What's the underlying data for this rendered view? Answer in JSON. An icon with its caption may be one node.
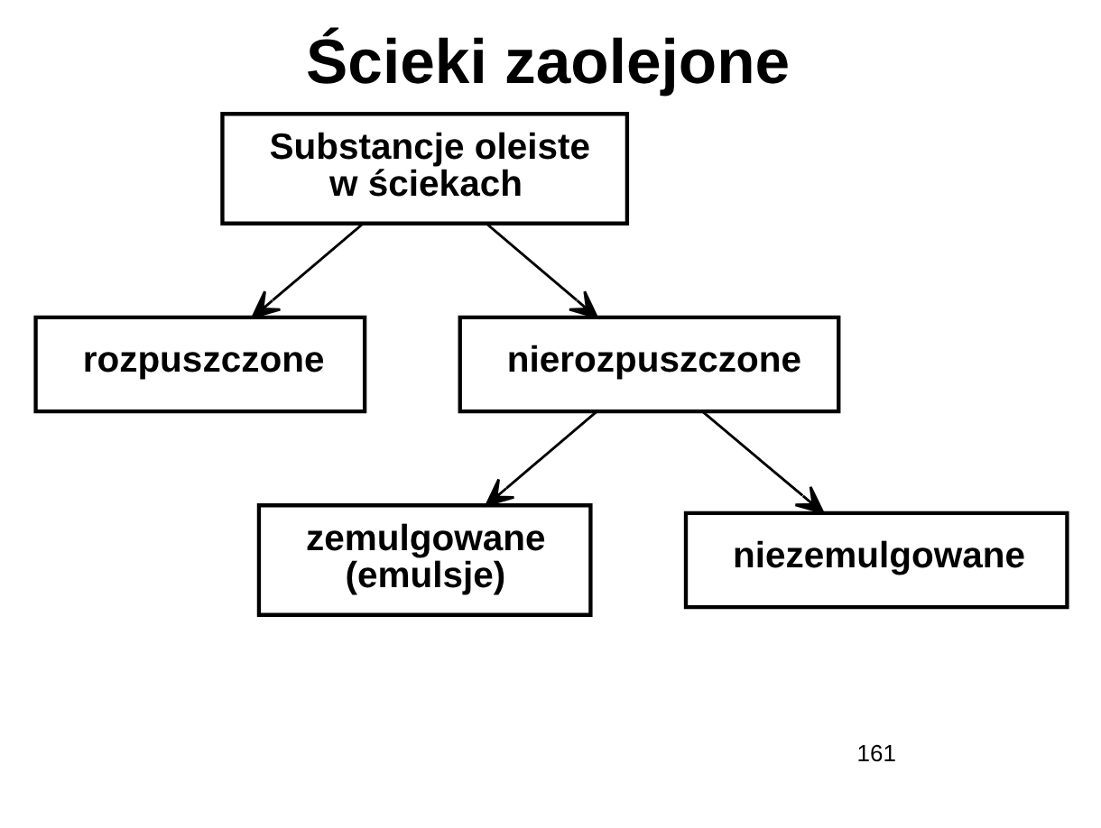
{
  "diagram": {
    "title": "Ścieki zaolejone",
    "nodes": [
      {
        "text": [
          "Substancje oleiste w ściekach"
        ]
      },
      {
        "text": [
          "rozpuszczone"
        ]
      },
      {
        "text": [
          "nierozpuszczone"
        ]
      },
      {
        "text": [
          "zemulgowane (emulsje)"
        ]
      },
      {
        "text": [
          "niezemulgowane"
        ]
      }
    ],
    "edges": [
      {
        "from": 0,
        "to": 1,
        "arrow": "to"
      },
      {
        "from": 0,
        "to": 2,
        "arrow": "to"
      },
      {
        "from": 2,
        "to": 3,
        "arrow": "to"
      },
      {
        "from": 2,
        "to": 4,
        "arrow": "to"
      }
    ],
    "labels": [
      "161"
    ]
  }
}
